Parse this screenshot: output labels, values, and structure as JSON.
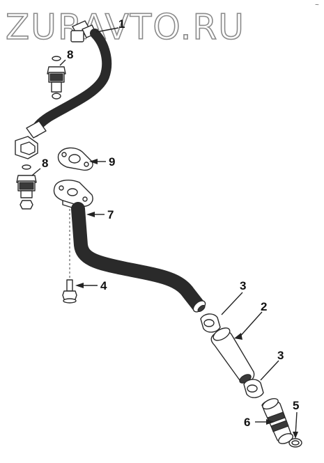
{
  "watermark": "ZURAVTO.RU",
  "corner_mark": "~",
  "colors": {
    "line": "#2a2a2a",
    "watermark": "#8a8a8a",
    "background": "#ffffff"
  },
  "callouts": {
    "c1": "1",
    "c2": "2",
    "c3a": "3",
    "c3b": "3",
    "c4": "4",
    "c5": "5",
    "c6": "6",
    "c7": "7",
    "c8a": "8",
    "c8b": "8",
    "c9": "9"
  }
}
